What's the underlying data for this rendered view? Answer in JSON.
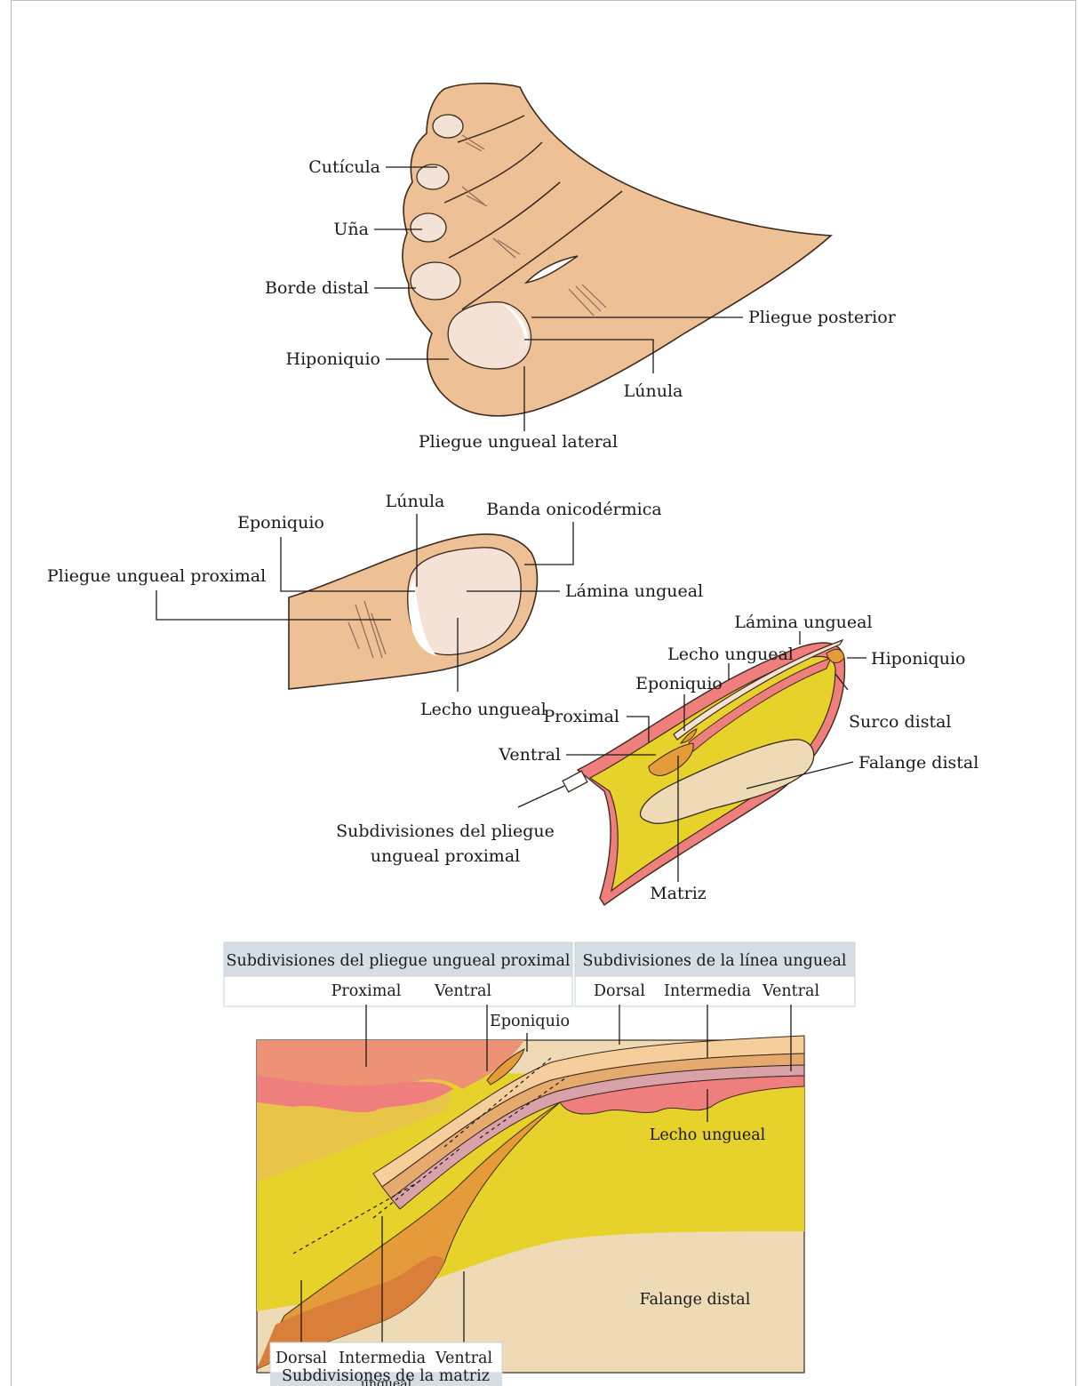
{
  "figure1": {
    "labels": {
      "cuticula": "Cutícula",
      "una": "Uña",
      "borde_distal": "Borde distal",
      "hiponiquio": "Hiponiquio",
      "pliegue_posterior": "Pliegue posterior",
      "lunula": "Lúnula",
      "pliegue_lateral": "Pliegue ungueal lateral"
    }
  },
  "figure2": {
    "labels": {
      "lunula": "Lúnula",
      "banda": "Banda onicodérmica",
      "eponiquio": "Eponiquio",
      "pliegue_proximal": "Pliegue ungueal proximal",
      "lamina": "Lámina ungueal",
      "lecho": "Lecho ungueal"
    }
  },
  "figure3": {
    "labels": {
      "lamina": "Lámina ungueal",
      "lecho": "Lecho ungueal",
      "eponiquio": "Eponiquio",
      "hiponiquio": "Hiponiquio",
      "proximal": "Proximal",
      "surco": "Surco distal",
      "ventral": "Ventral",
      "falange": "Falange distal",
      "subdivisiones_line1": "Subdivisiones del pliegue",
      "subdivisiones_line2": "ungueal proximal",
      "matriz": "Matriz"
    }
  },
  "figure4": {
    "header_left": "Subdivisiones del pliegue ungueal proximal",
    "header_right": "Subdivisiones de la línea ungueal",
    "fold_proximal": "Proximal",
    "fold_ventral": "Ventral",
    "line_dorsal": "Dorsal",
    "line_intermedia": "Intermedia",
    "line_ventral": "Ventral",
    "eponiquio": "Eponiquio",
    "lecho": "Lecho ungueal",
    "falange": "Falange distal",
    "matrix_dorsal": "Dorsal",
    "matrix_intermedia": "Intermedia",
    "matrix_ventral": "Ventral",
    "matrix_title_line1": "Subdivisiones de la matriz",
    "matrix_title_line2": "ungueal"
  },
  "colors": {
    "skin": "#EDC095",
    "yellow": "#E6D22B",
    "red": "#EF7F7C",
    "orange": "#E59B3A",
    "bone": "#EEDBB5",
    "header_bg": "#D6DEE3"
  }
}
